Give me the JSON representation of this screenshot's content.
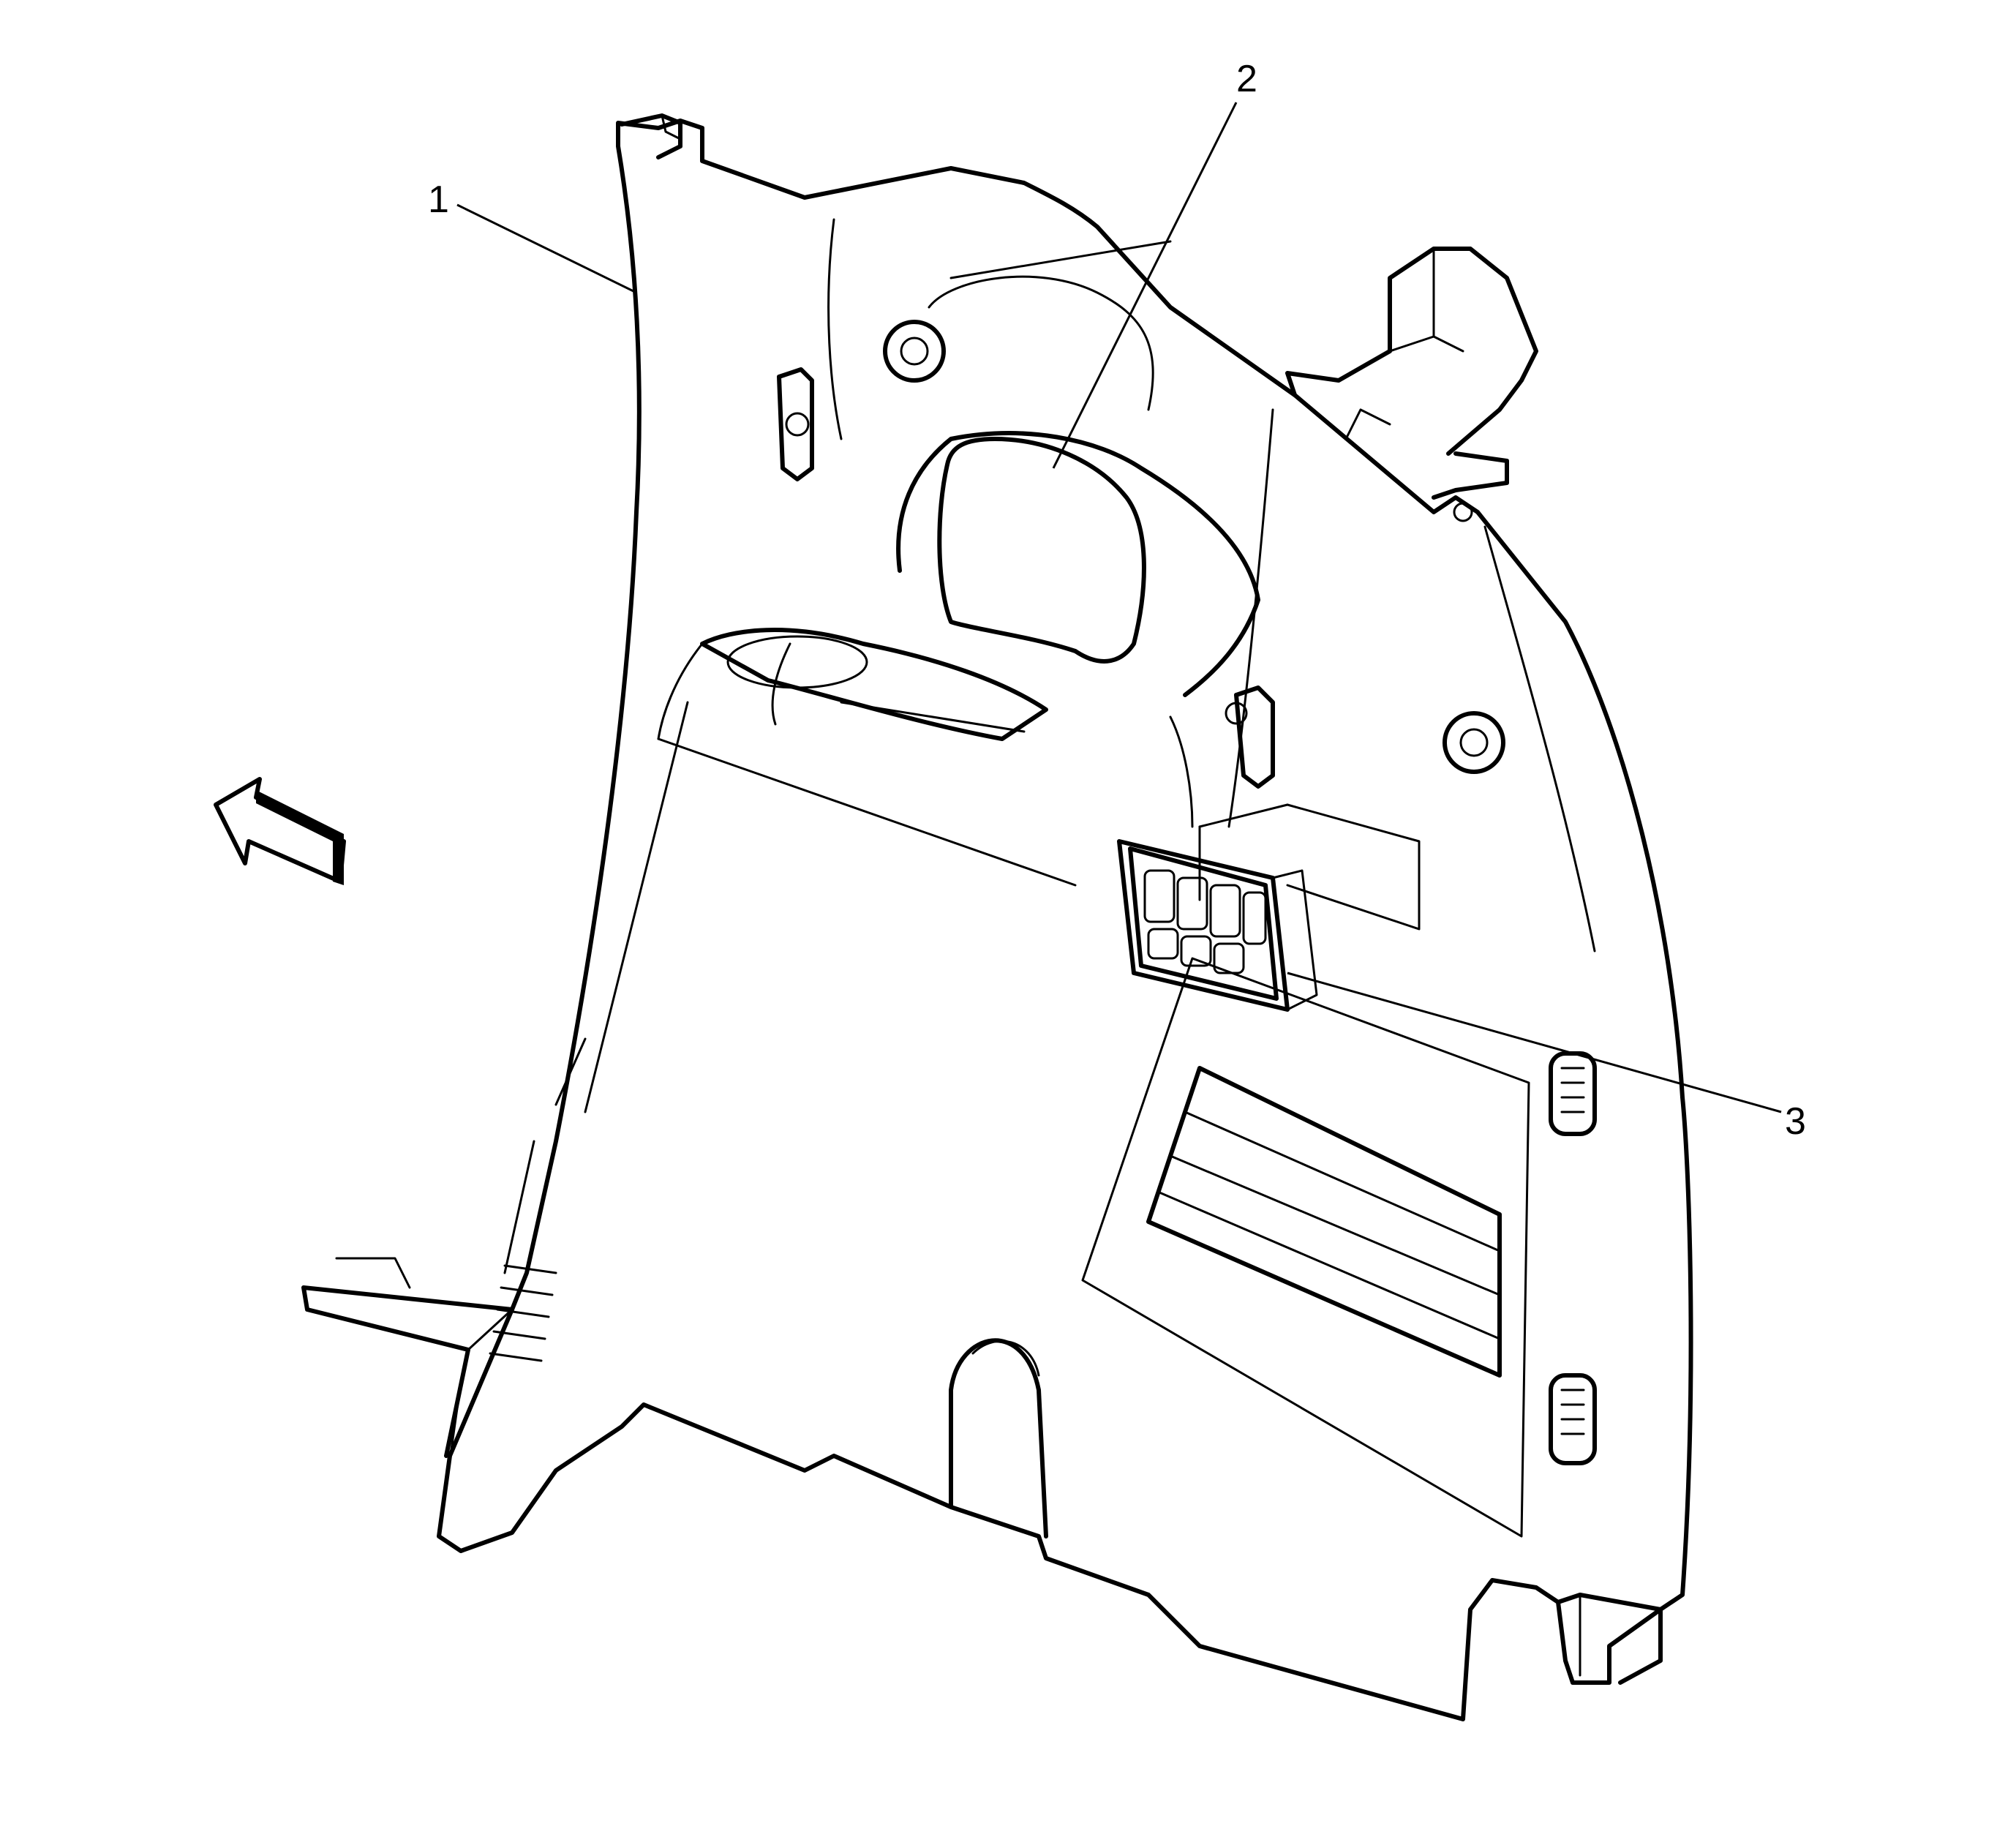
{
  "callouts": [
    {
      "id": "1",
      "label": "1"
    },
    {
      "id": "2",
      "label": "2"
    },
    {
      "id": "3",
      "label": "3"
    }
  ],
  "colors": {
    "line": "#000000",
    "background": "#ffffff"
  },
  "icons": {
    "direction_arrow": "forward-arrow-icon"
  }
}
